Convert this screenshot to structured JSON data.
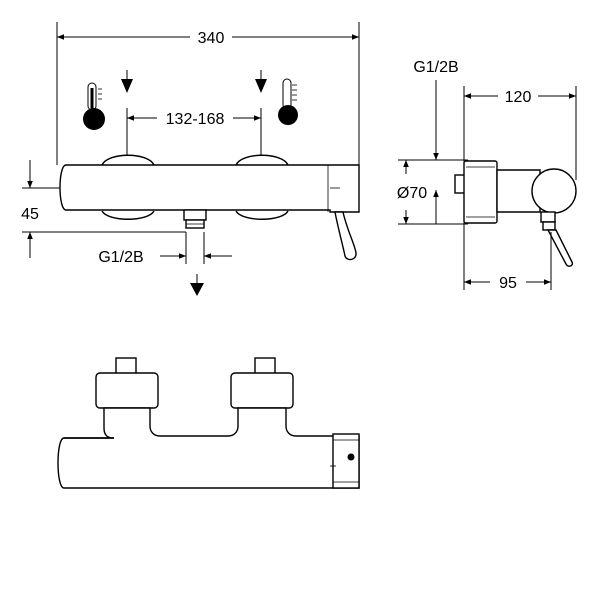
{
  "dimensions": {
    "overall_width": "340",
    "inlet_spacing": "132-168",
    "height_offset": "45",
    "outlet_thread": "G1/2B",
    "inlet_thread": "G1/2B",
    "projection": "120",
    "diameter": "Ø70",
    "lever_offset": "95"
  },
  "icons": {
    "hot_supply": "thermometer-hot-icon",
    "cold_supply": "thermometer-cold-icon",
    "flow_arrow": "arrow-down-icon"
  }
}
